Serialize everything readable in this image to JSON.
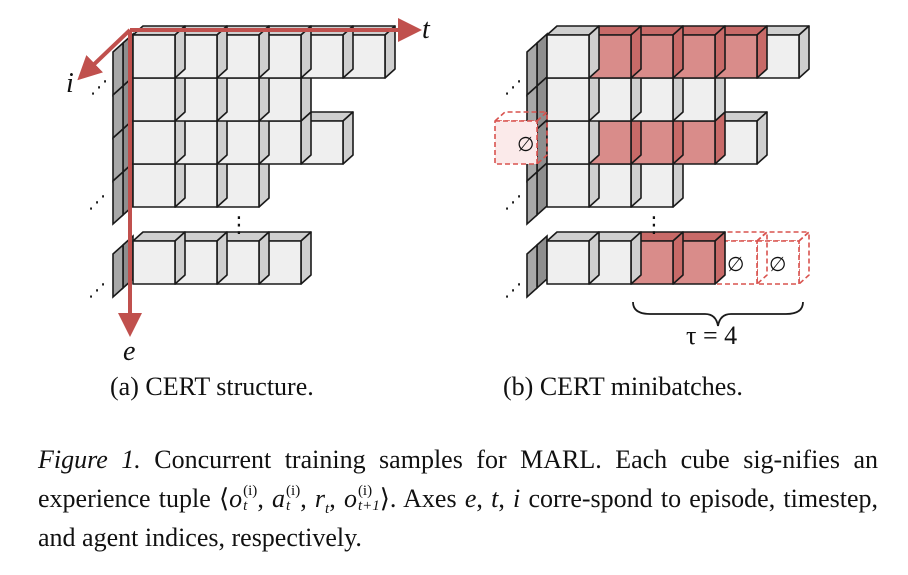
{
  "colors": {
    "cube_face": "#efefef",
    "cube_side": "#cfcfcf",
    "cube_left": "#8e8e8e",
    "stroke": "#1a1a1a",
    "axis": "#c0504d",
    "highlight_front": "#d98c8a",
    "highlight_top": "#c86a68",
    "dashed": "#d9534f"
  },
  "axes": {
    "t": "t",
    "i": "i",
    "e": "e"
  },
  "dots": {
    "ellipsis": "⋮",
    "diag": "⋰"
  },
  "empty_symbol": "∅",
  "tau_label": "τ = 4",
  "panel_a_label": "(a) CERT structure.",
  "panel_b_label": "(b) CERT minibatches.",
  "caption": {
    "figure_label": "Figure 1.",
    "text_1": "Concurrent training samples for MARL. Each cube sig-nifies an experience tuple ⟨",
    "o": "o",
    "a": "a",
    "r": "r",
    "t_sub": "t",
    "t1_sub": "t+1",
    "i_sup": "(i)",
    "text_2": "⟩. Axes",
    "axis_e": "e",
    "axis_t": "t",
    "axis_i": "i",
    "text_3": "corre-spond to episode, timestep, and agent indices, respectively."
  }
}
